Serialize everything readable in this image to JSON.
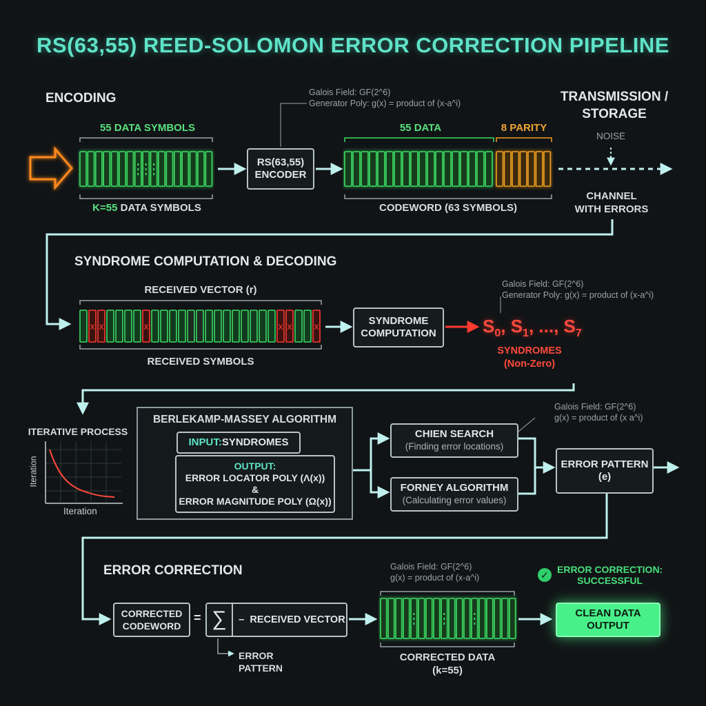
{
  "title": "RS(63,55) REED-SOLOMON ERROR CORRECTION PIPELINE",
  "colors": {
    "accent": "#5fe3c8",
    "data": "#3ddc64",
    "parity": "#f0a020",
    "error": "#ff3b30",
    "line": "#bff0ee",
    "success": "#48f08a"
  },
  "encoding": {
    "section": "ENCODING",
    "data_top": "55 DATA SYMBOLS",
    "data_bottom_k": "K=55",
    "data_bottom_rest": " DATA SYMBOLS",
    "encoder_line1": "RS(63,55)",
    "encoder_line2": "ENCODER",
    "galois": "Galois Field: GF(2^6)",
    "generator": "Generator Poly: g(x) = product of (x-a^i)",
    "cw_data": "55 DATA",
    "cw_parity": "8 PARITY",
    "codeword": "CODEWORD (63 SYMBOLS)"
  },
  "transmission": {
    "title_line1": "TRANSMISSION /",
    "title_line2": "STORAGE",
    "noise": "NOISE",
    "channel_line1": "CHANNEL",
    "channel_line2": "WITH ERRORS"
  },
  "syndrome": {
    "section": "SYNDROME COMPUTATION & DECODING",
    "received_top": "RECEIVED VECTOR (r)",
    "received_bottom": "RECEIVED SYMBOLS",
    "box_line1": "SYNDROME",
    "box_line2": "COMPUTATION",
    "galois": "Galois Field: GF(2^6)",
    "generator": "Generator Poly: g(x) = product of (x-a^i)",
    "sym_s0": "S",
    "sub0": "0",
    "sym_s1": ", S",
    "sub1": "1",
    "sym_mid": ", ..., S",
    "sub7": "7",
    "result_line1": "SYNDROMES",
    "result_line2": "(Non-Zero)",
    "error_mark": "x"
  },
  "iterative": {
    "title": "ITERATIVE PROCESS",
    "ylabel": "Iteration",
    "xlabel": "Iteration"
  },
  "bm": {
    "title": "BERLEKAMP-MASSEY ALGORITHM",
    "input_bold": "INPUT:",
    "input_rest": " SYNDROMES",
    "output_title": "OUTPUT:",
    "output_line1": "ERROR LOCATOR POLY (Λ(x))",
    "amp": "&",
    "output_line2": "ERROR MAGNITUDE POLY (Ω(x))"
  },
  "chien": {
    "title": "CHIEN SEARCH",
    "sub": "(Finding error locations)"
  },
  "forney": {
    "title": "FORNEY ALGORITHM",
    "sub": "(Calculating error values)"
  },
  "pattern": {
    "galois": "Galois Field:  GF(2^6)",
    "generator": "g(x) = product of (x a^i)",
    "title": "ERROR PATTERN",
    "sub": "(e)"
  },
  "correction": {
    "section": "ERROR CORRECTION",
    "corrected_line1": "CORRECTED",
    "corrected_line2": "CODEWORD",
    "equals": "=",
    "sigma": "∑",
    "minus": "–",
    "received": "RECEIVED VECTOR",
    "error_pattern_line1": "ERROR",
    "error_pattern_line2": "PATTERN",
    "galois": "Galois Field: GF(2^6)",
    "generator": "g(x) = product of (x-a^i)",
    "corrected_data_line1": "CORRECTED DATA",
    "corrected_data_line2": "(k=55)",
    "success_line1": "ERROR CORRECTION:",
    "success_line2": "SUCCESSFUL",
    "check": "✓",
    "output_line1": "CLEAN DATA",
    "output_line2": "OUTPUT"
  }
}
